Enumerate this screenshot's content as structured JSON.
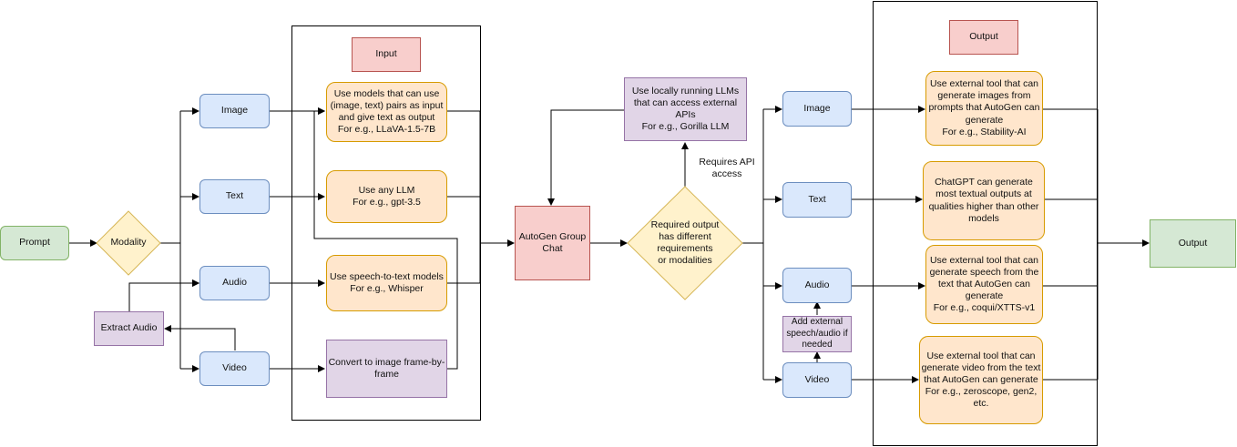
{
  "nodes": {
    "prompt": "Prompt",
    "modality": "Modality",
    "image_in": "Image",
    "text_in": "Text",
    "audio_in": "Audio",
    "video_in": "Video",
    "extract_audio": "Extract Audio",
    "input_header": "Input",
    "llava": "Use models that can use (image, text) pairs as input and give text as output\nFor e.g., LLaVA-1.5-7B",
    "any_llm": "Use any LLM\nFor e.g., gpt-3.5",
    "whisper": "Use speech-to-text models\nFor e.g., Whisper",
    "frames": "Convert to image frame-by-frame",
    "autogen": "AutoGen Group Chat",
    "local_llm": "Use locally running LLMs that can access external APIs\nFor e.g., Gorilla LLM",
    "requires_api": "Requires API\naccess",
    "required_output": "Required output\nhas different\nrequirements\nor modalities",
    "image_out": "Image",
    "text_out": "Text",
    "audio_out": "Audio",
    "video_out": "Video",
    "add_speech": "Add external speech/audio if needed",
    "output_header": "Output",
    "stability": "Use external tool that can generate images from prompts that AutoGen can generate\nFor e.g., Stability-AI",
    "chatgpt": "ChatGPT can generate most textual outputs at qualities higher than other models",
    "coqui": "Use external tool that can generate speech from the text that AutoGen can generate\nFor e.g., coqui/XTTS-v1",
    "zeroscope": "Use external tool that can generate video from the text that AutoGen can generate\nFor e.g., zeroscope, gen2, etc.",
    "output_final": "Output"
  },
  "colors": {
    "blue_fill": "#dae8fc",
    "green_fill": "#d5e8d4",
    "orange_fill": "#ffe6cc",
    "purple_fill": "#e1d5e7",
    "red_fill": "#f8cecc",
    "diamond_fill": "#fff2cc"
  }
}
